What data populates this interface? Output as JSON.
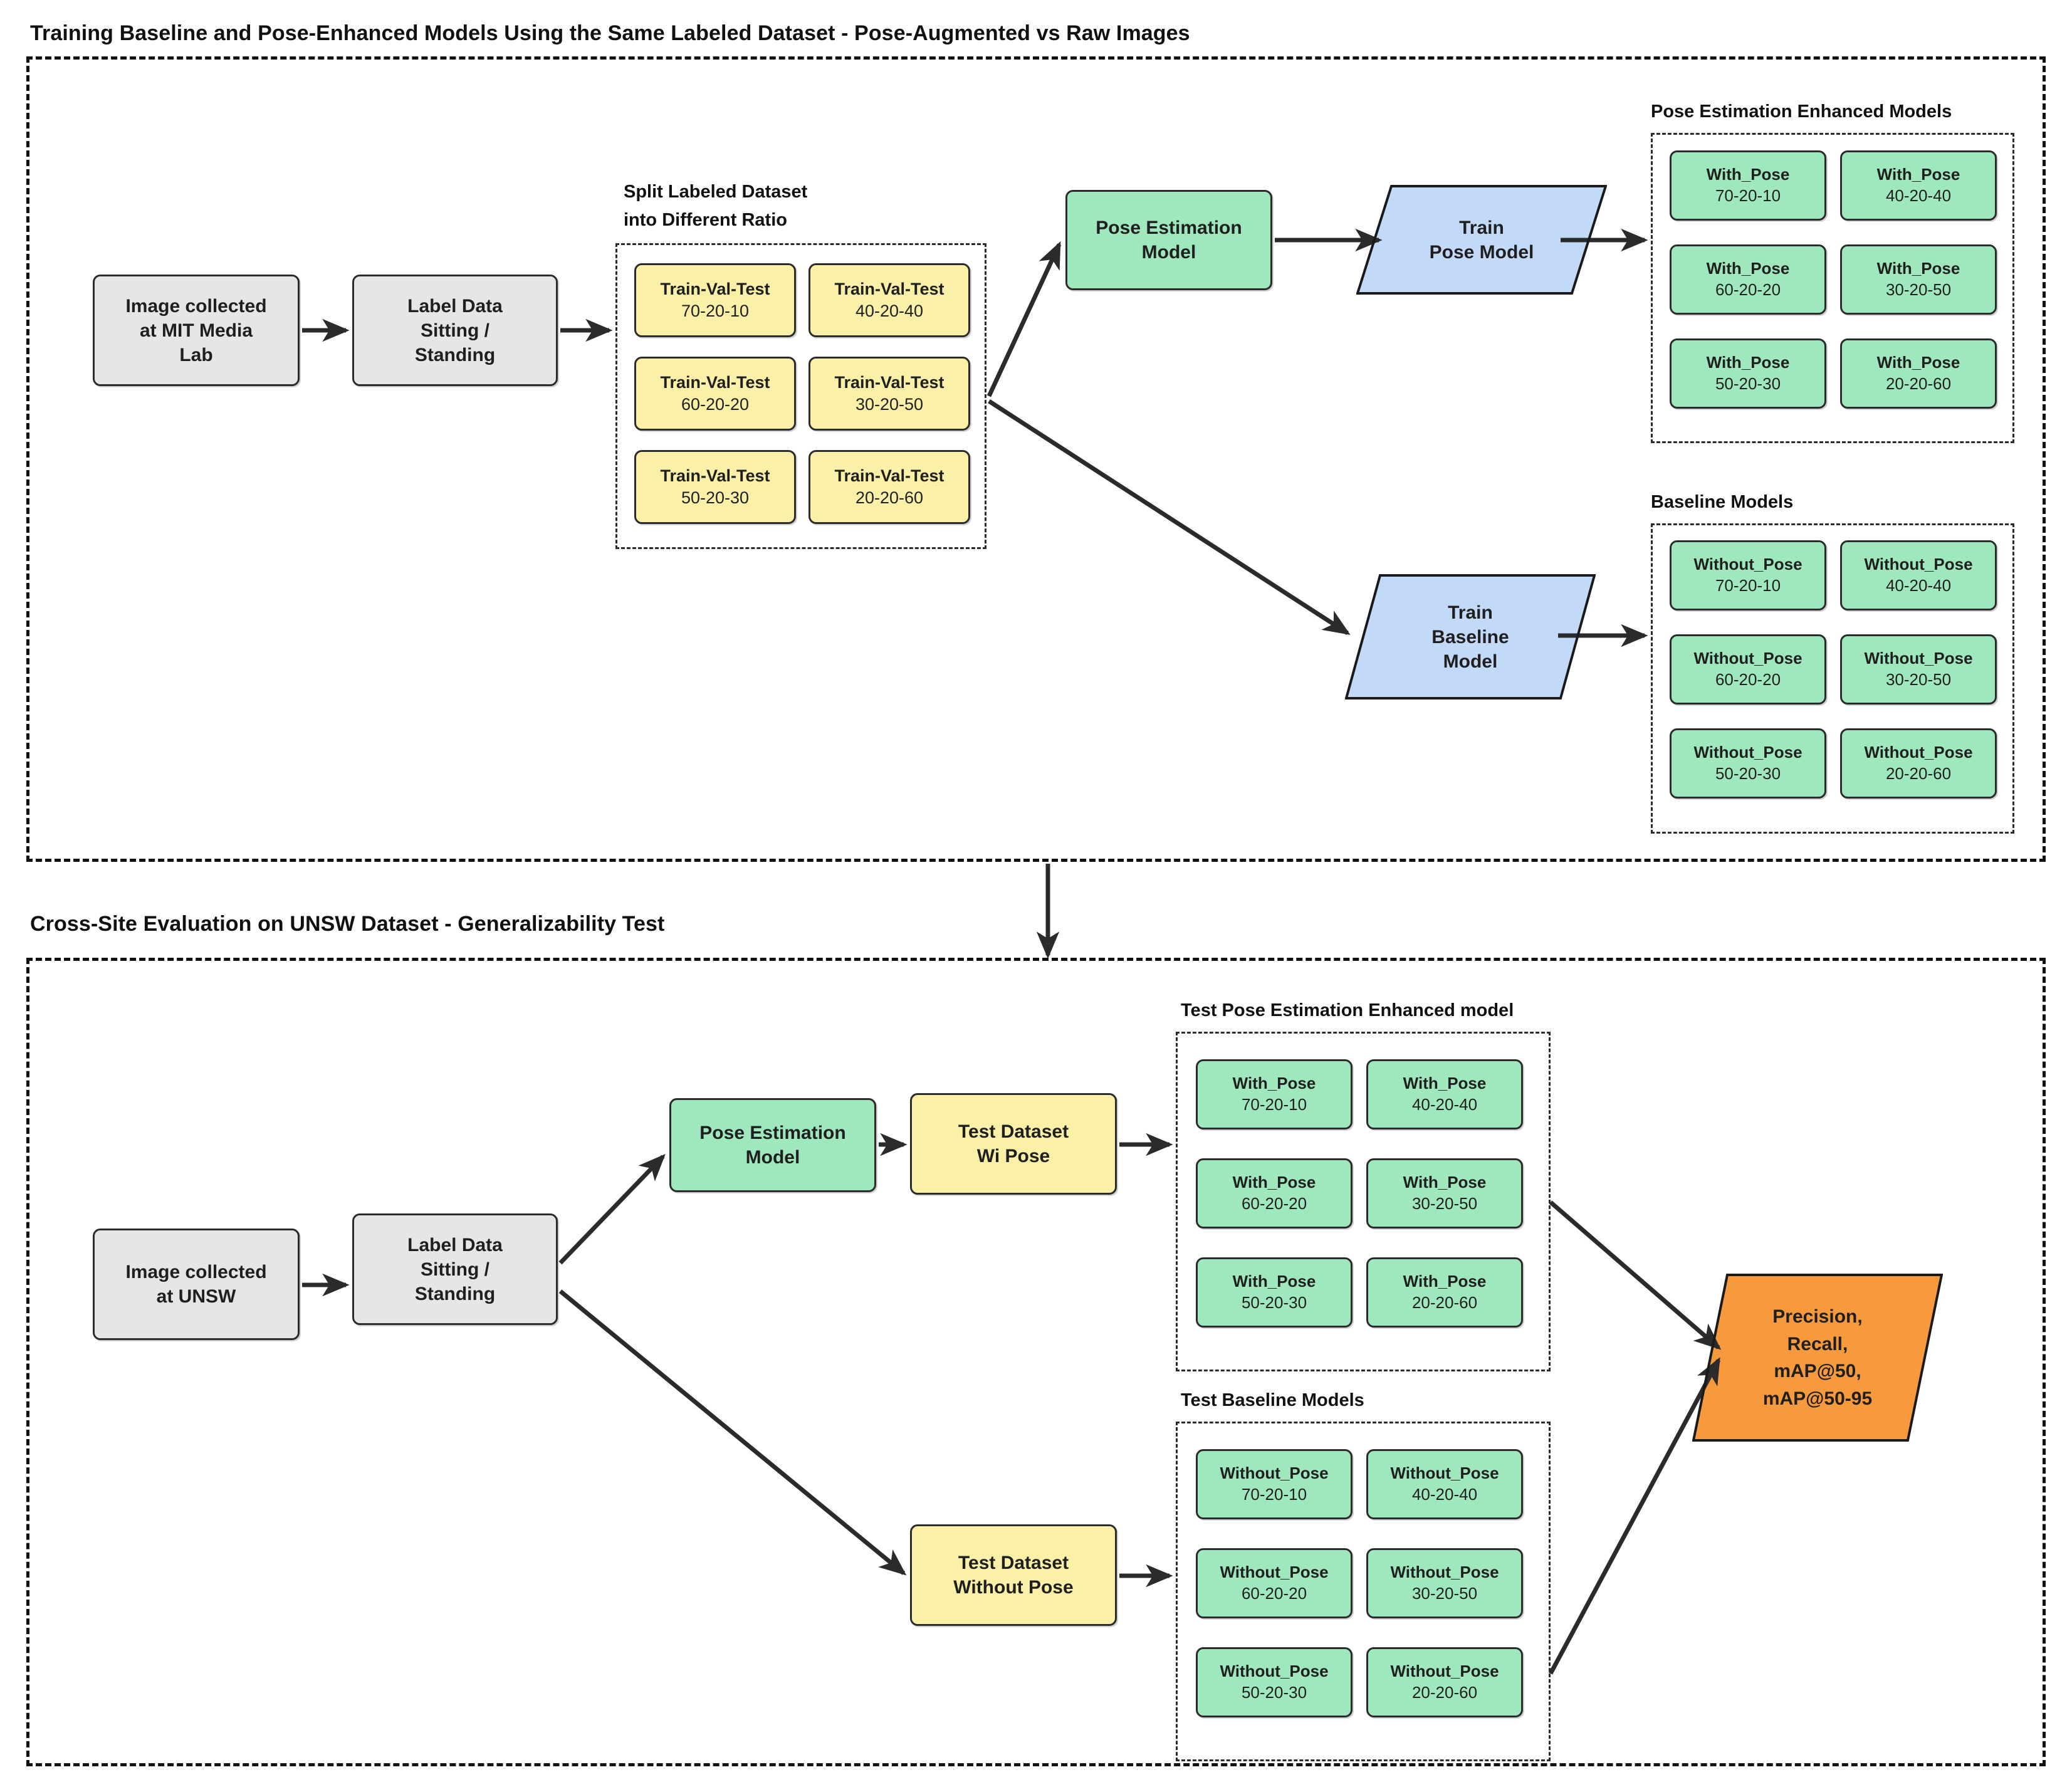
{
  "sections": {
    "top": {
      "title": "Training Baseline and Pose-Enhanced Models Using the Same Labeled Dataset - Pose-Augmented vs Raw Images",
      "nodes": {
        "source": {
          "l1": "Image collected",
          "l2": "at MIT Media",
          "l3": "Lab"
        },
        "label": {
          "l1": "Label Data",
          "l2": "Sitting /",
          "l3": "Standing"
        },
        "pose_model": {
          "l1": "Pose Estimation",
          "l2": "Model"
        },
        "train_pose": {
          "l1": "Train",
          "l2": "Pose Model"
        },
        "train_baseline": {
          "l1": "Train",
          "l2": "Baseline",
          "l3": "Model"
        }
      },
      "split_group": {
        "title_line1": "Split Labeled Dataset",
        "title_line2": "into Different Ratio",
        "items": [
          {
            "name": "Train-Val-Test",
            "ratio": "70-20-10"
          },
          {
            "name": "Train-Val-Test",
            "ratio": "40-20-40"
          },
          {
            "name": "Train-Val-Test",
            "ratio": "60-20-20"
          },
          {
            "name": "Train-Val-Test",
            "ratio": "30-20-50"
          },
          {
            "name": "Train-Val-Test",
            "ratio": "50-20-30"
          },
          {
            "name": "Train-Val-Test",
            "ratio": "20-20-60"
          }
        ]
      },
      "pose_enhanced_group": {
        "title": "Pose Estimation Enhanced Models",
        "items": [
          {
            "name": "With_Pose",
            "ratio": "70-20-10"
          },
          {
            "name": "With_Pose",
            "ratio": "40-20-40"
          },
          {
            "name": "With_Pose",
            "ratio": "60-20-20"
          },
          {
            "name": "With_Pose",
            "ratio": "30-20-50"
          },
          {
            "name": "With_Pose",
            "ratio": "50-20-30"
          },
          {
            "name": "With_Pose",
            "ratio": "20-20-60"
          }
        ]
      },
      "baseline_group": {
        "title": "Baseline Models",
        "items": [
          {
            "name": "Without_Pose",
            "ratio": "70-20-10"
          },
          {
            "name": "Without_Pose",
            "ratio": "40-20-40"
          },
          {
            "name": "Without_Pose",
            "ratio": "60-20-20"
          },
          {
            "name": "Without_Pose",
            "ratio": "30-20-50"
          },
          {
            "name": "Without_Pose",
            "ratio": "50-20-30"
          },
          {
            "name": "Without_Pose",
            "ratio": "20-20-60"
          }
        ]
      }
    },
    "bottom": {
      "title": "Cross-Site Evaluation on UNSW Dataset - Generalizability Test",
      "nodes": {
        "source": {
          "l1": "Image collected",
          "l2": "at UNSW"
        },
        "label": {
          "l1": "Label Data",
          "l2": "Sitting /",
          "l3": "Standing"
        },
        "pose_model": {
          "l1": "Pose Estimation",
          "l2": "Model"
        },
        "test_with_pose": {
          "l1": "Test Dataset",
          "l2": "Wi Pose"
        },
        "test_without_pose": {
          "l1": "Test Dataset",
          "l2": "Without Pose"
        },
        "metrics": {
          "l1": "Precision,",
          "l2": "Recall,",
          "l3": "mAP@50,",
          "l4": "mAP@50-95"
        }
      },
      "test_pose_group": {
        "title": "Test Pose Estimation Enhanced model",
        "items": [
          {
            "name": "With_Pose",
            "ratio": "70-20-10"
          },
          {
            "name": "With_Pose",
            "ratio": "40-20-40"
          },
          {
            "name": "With_Pose",
            "ratio": "60-20-20"
          },
          {
            "name": "With_Pose",
            "ratio": "30-20-50"
          },
          {
            "name": "With_Pose",
            "ratio": "50-20-30"
          },
          {
            "name": "With_Pose",
            "ratio": "20-20-60"
          }
        ]
      },
      "test_baseline_group": {
        "title": "Test Baseline Models",
        "items": [
          {
            "name": "Without_Pose",
            "ratio": "70-20-10"
          },
          {
            "name": "Without_Pose",
            "ratio": "40-20-40"
          },
          {
            "name": "Without_Pose",
            "ratio": "60-20-20"
          },
          {
            "name": "Without_Pose",
            "ratio": "30-20-50"
          },
          {
            "name": "Without_Pose",
            "ratio": "50-20-30"
          },
          {
            "name": "Without_Pose",
            "ratio": "20-20-60"
          }
        ]
      }
    }
  },
  "colors": {
    "grey_node": "#e6e6e6",
    "yellow_node": "#fbf0a8",
    "green_node": "#9fe8bd",
    "blue_parallelogram": "#c2d9f7",
    "orange_parallelogram": "#f79a3e",
    "stroke": "#2b2b2b",
    "background": "#ffffff"
  }
}
